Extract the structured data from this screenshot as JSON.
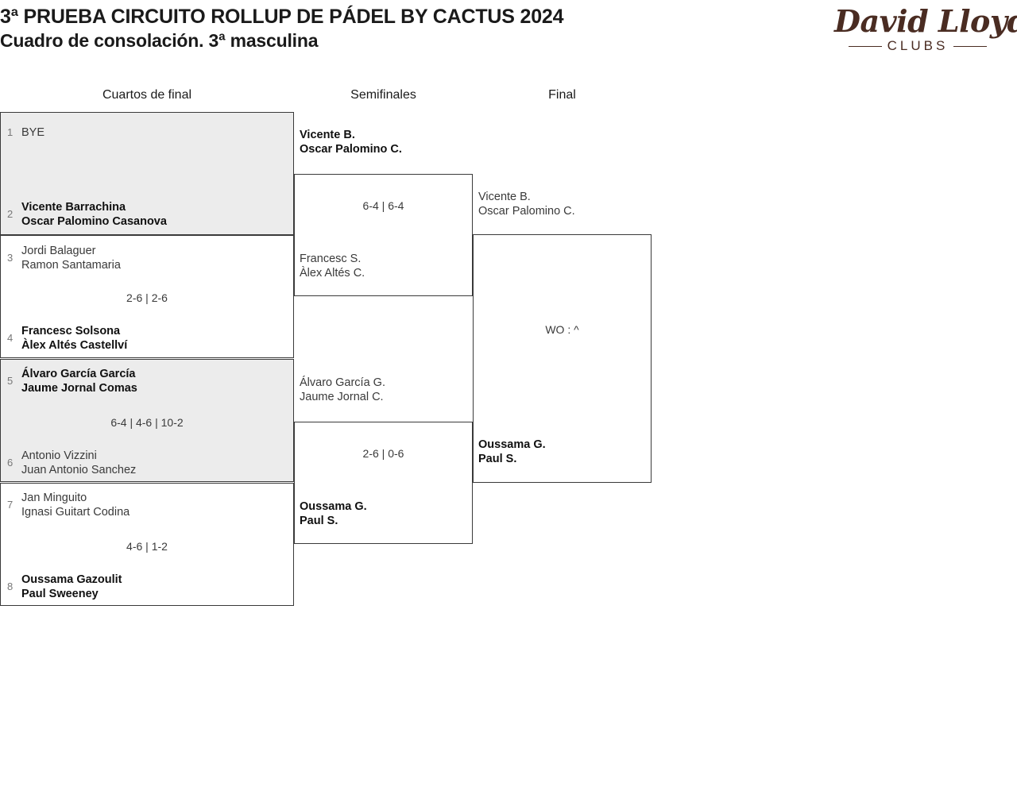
{
  "header": {
    "title_line_1": "3ª PRUEBA CIRCUITO ROLLUP DE PÁDEL BY CACTUS 2024",
    "title_line_2": "Cuadro de consolación. 3ª masculina"
  },
  "logo": {
    "script_text": "David Lloyd",
    "subtitle": "CLUBS",
    "color": "#4a2c22"
  },
  "rounds": [
    {
      "label": "Cuartos de final"
    },
    {
      "label": "Semifinales"
    },
    {
      "label": "Final"
    }
  ],
  "quarterfinals": [
    {
      "score": "",
      "top": {
        "seed": "1",
        "lines": [
          "BYE"
        ],
        "winner": false
      },
      "bottom": {
        "seed": "2",
        "lines": [
          "Vicente Barrachina",
          "Oscar Palomino Casanova"
        ],
        "winner": true
      }
    },
    {
      "score": "2-6 | 2-6",
      "top": {
        "seed": "3",
        "lines": [
          "Jordi Balaguer",
          "Ramon Santamaria"
        ],
        "winner": false
      },
      "bottom": {
        "seed": "4",
        "lines": [
          "Francesc Solsona",
          "Àlex Altés Castellví"
        ],
        "winner": true
      }
    },
    {
      "score": "6-4 | 4-6 | 10-2",
      "top": {
        "seed": "5",
        "lines": [
          "Álvaro García García",
          "Jaume Jornal Comas"
        ],
        "winner": true
      },
      "bottom": {
        "seed": "6",
        "lines": [
          "Antonio Vizzini",
          "Juan Antonio Sanchez"
        ],
        "winner": false
      }
    },
    {
      "score": "4-6 | 1-2",
      "top": {
        "seed": "7",
        "lines": [
          "Jan Minguito",
          "Ignasi Guitart Codina"
        ],
        "winner": false
      },
      "bottom": {
        "seed": "8",
        "lines": [
          "Oussama Gazoulit",
          "Paul Sweeney"
        ],
        "winner": true
      }
    }
  ],
  "semifinals": [
    {
      "score": "6-4 | 6-4",
      "top": {
        "lines": [
          "Vicente B.",
          "Oscar Palomino C."
        ],
        "winner": true
      },
      "bottom": {
        "lines": [
          "Francesc S.",
          "Àlex Altés C."
        ],
        "winner": false
      }
    },
    {
      "score": "2-6 | 0-6",
      "top": {
        "lines": [
          "Álvaro García G.",
          "Jaume Jornal C."
        ],
        "winner": false
      },
      "bottom": {
        "lines": [
          "Oussama G.",
          "Paul S."
        ],
        "winner": true
      }
    }
  ],
  "final": {
    "score": "WO : ^",
    "top": {
      "lines": [
        "Vicente B.",
        "Oscar Palomino C."
      ],
      "winner": false
    },
    "bottom": {
      "lines": [
        "Oussama G.",
        "Paul S."
      ],
      "winner": true
    }
  }
}
